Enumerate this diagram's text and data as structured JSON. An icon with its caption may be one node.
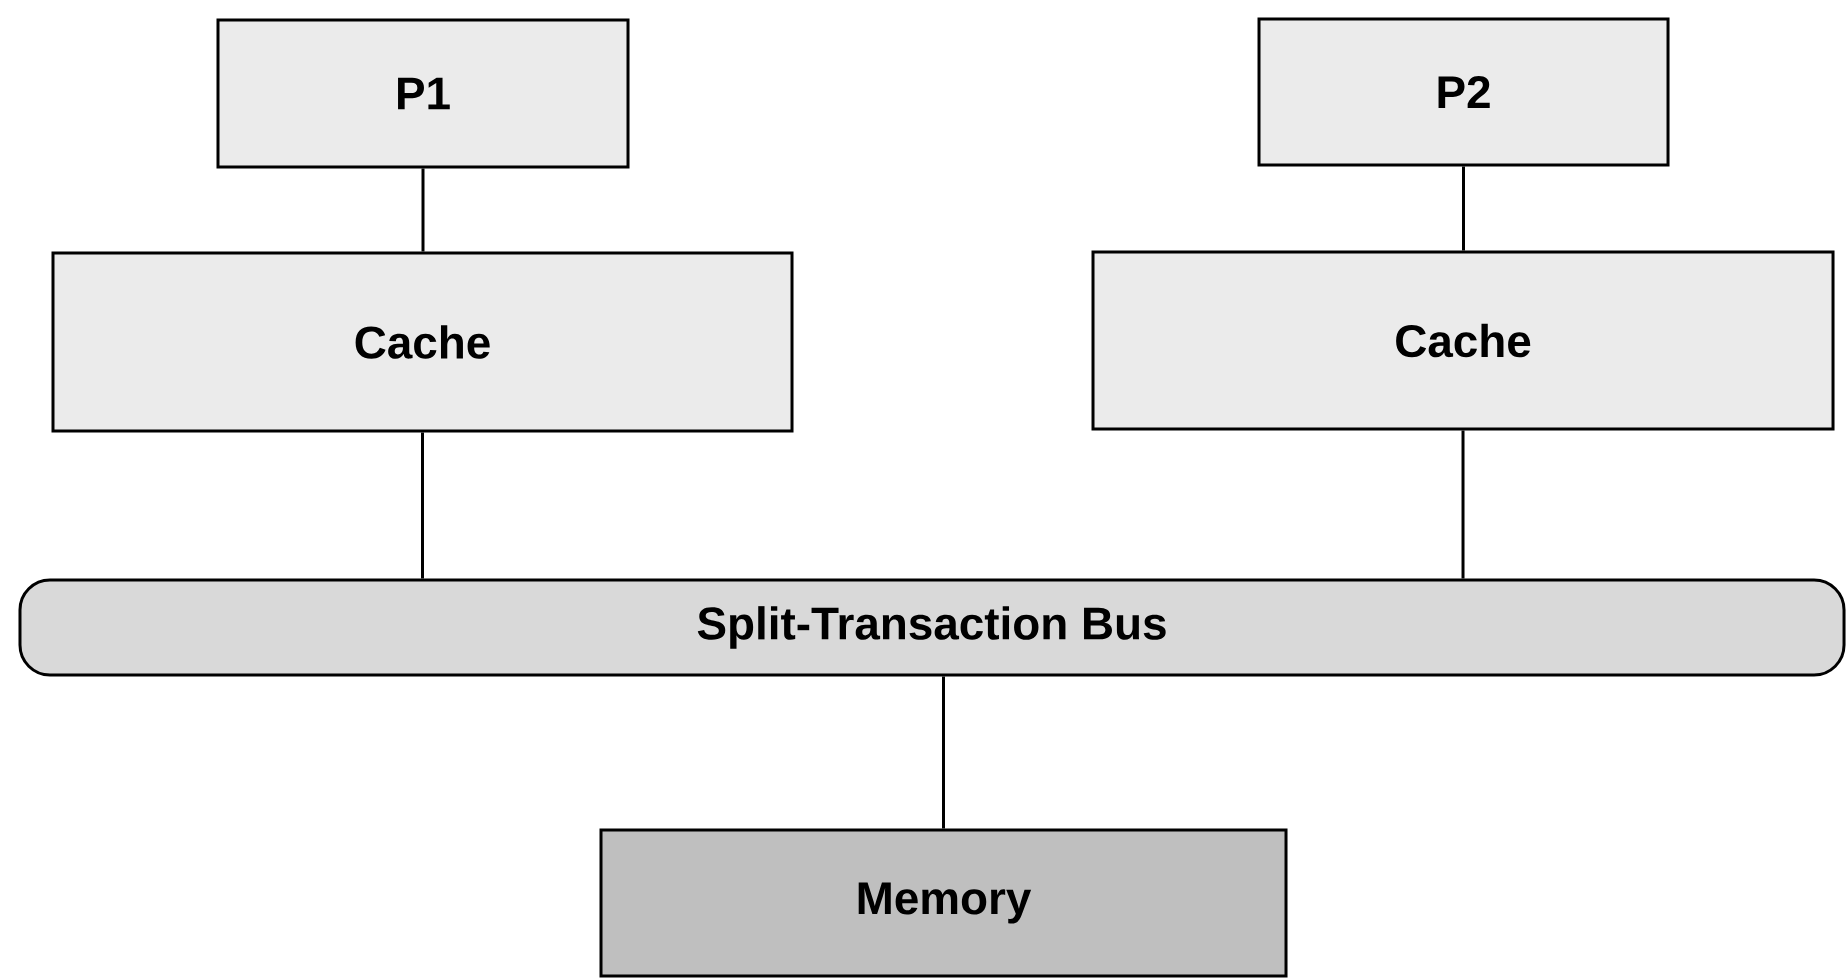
{
  "diagram": {
    "nodes": [
      {
        "text": [
          "P1"
        ]
      },
      {
        "text": [
          "P2"
        ]
      },
      {
        "text": [
          "Cache"
        ]
      },
      {
        "text": [
          "Cache"
        ]
      },
      {
        "text": [
          "Split-Transaction Bus"
        ]
      },
      {
        "text": [
          "Memory"
        ]
      }
    ],
    "edges": [
      {
        "from": 0,
        "to": 2,
        "arrow": "none"
      },
      {
        "from": 1,
        "to": 3,
        "arrow": "none"
      },
      {
        "from": 2,
        "to": 4,
        "arrow": "none"
      },
      {
        "from": 3,
        "to": 4,
        "arrow": "none"
      },
      {
        "from": 4,
        "to": 5,
        "arrow": "none"
      }
    ]
  }
}
